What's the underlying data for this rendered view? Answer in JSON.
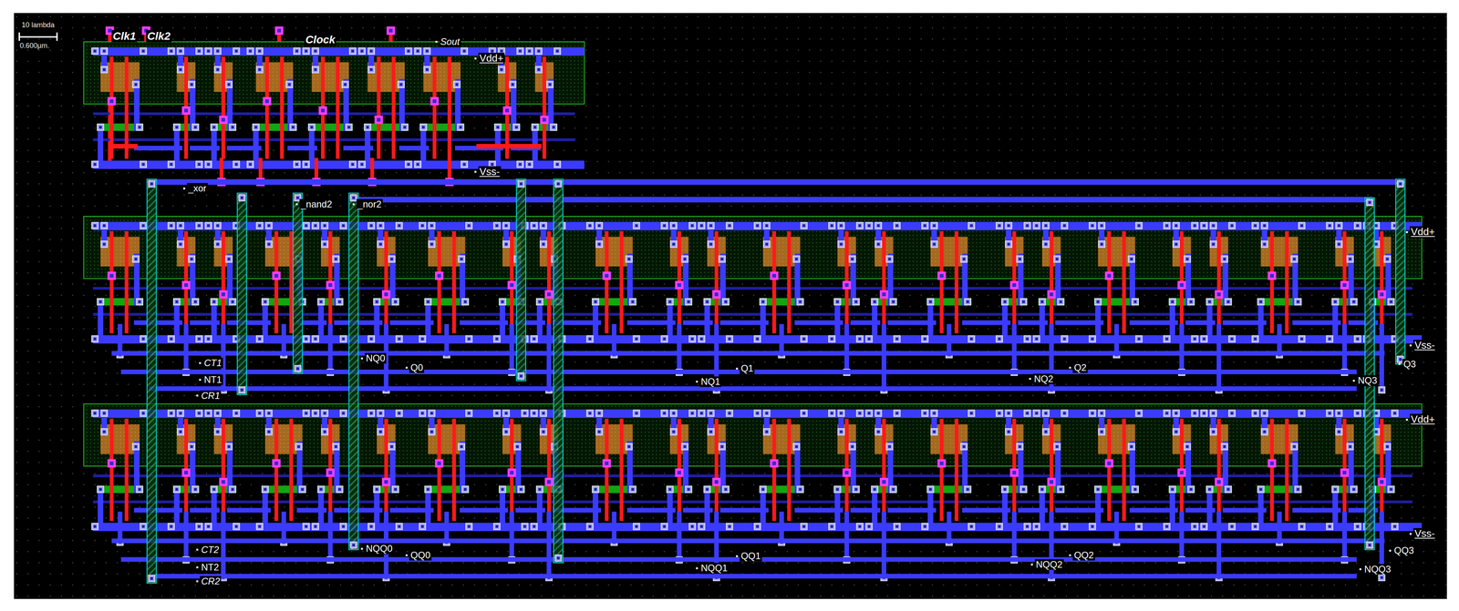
{
  "diagram": {
    "labels": [
      "10 lambda",
      "0.600µm.",
      "Clk1",
      "Clk2",
      "Clock",
      "Sout",
      "Vdd+",
      "Vss-",
      "_xor",
      "_nand2",
      "_nor2",
      "Vdd+",
      "Vss-",
      "Q3",
      "CT1",
      "NQ0",
      "Q0",
      "NT1",
      "CR1",
      "Q1",
      "NQ1",
      "Q2",
      "NQ2",
      "NQ3",
      "Vdd+",
      "Vss-",
      "QQ3",
      "CT2",
      "NQQ0",
      "QQ0",
      "NT2",
      "CR2",
      "QQ1",
      "NQQ1",
      "QQ2",
      "NQQ2",
      "NQQ3"
    ]
  }
}
